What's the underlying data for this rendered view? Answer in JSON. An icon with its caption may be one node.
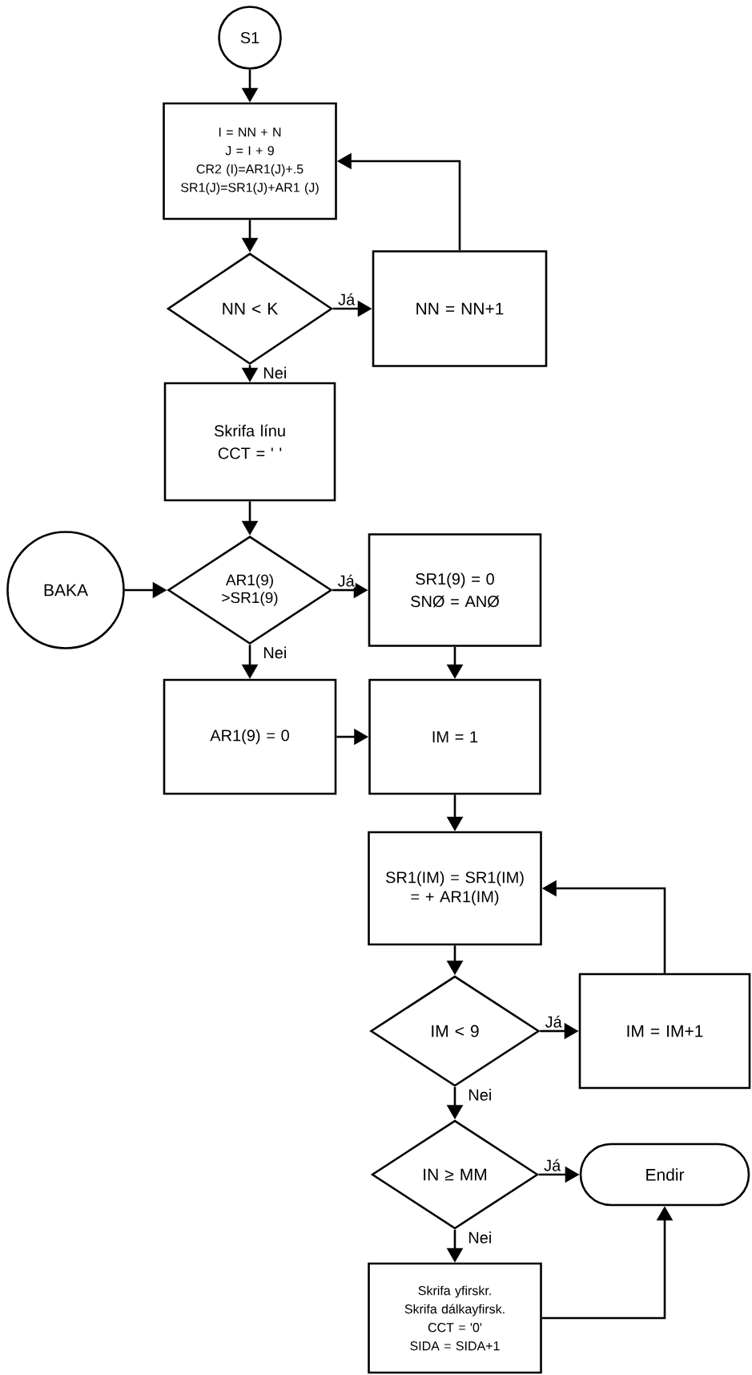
{
  "diagram": {
    "nodes": [
      {
        "text": [
          "S1"
        ]
      },
      {
        "text": [
          "I = NN + N",
          "J = I + 9",
          "CR2 (I)=AR1(J)+.5",
          "SR1(J)=SR1(J)+AR1 (J)"
        ]
      },
      {
        "text": [
          "NN < K"
        ]
      },
      {
        "text": [
          "NN = NN+1"
        ]
      },
      {
        "text": [
          "Skrifa línu",
          "CCT = '  '"
        ]
      },
      {
        "text": [
          "BAKA"
        ]
      },
      {
        "text": [
          "AR1(9) >SR1(9)"
        ]
      },
      {
        "text": [
          "SR1(9) = 0",
          "SNØ = ANØ"
        ]
      },
      {
        "text": [
          "AR1(9) = 0"
        ]
      },
      {
        "text": [
          "IM = 1"
        ]
      },
      {
        "text": [
          "SR1(IM) = SR1(IM) = + AR1(IM)"
        ]
      },
      {
        "text": [
          "IM < 9"
        ]
      },
      {
        "text": [
          "IM = IM+1"
        ]
      },
      {
        "text": [
          "IN ≥ MM"
        ]
      },
      {
        "text": [
          "Endir"
        ]
      },
      {
        "text": [
          "Skrifa yfirskr.",
          "Skrifa dálkayfirsk.",
          "CCT = '0'",
          "SIDA = SIDA+1"
        ]
      }
    ],
    "edges": [
      {
        "from": 0,
        "to": 1,
        "arrow": "to"
      },
      {
        "from": 1,
        "to": 2,
        "arrow": "to"
      },
      {
        "from": 2,
        "to": 3,
        "arrow": "to",
        "label": "Já"
      },
      {
        "from": 3,
        "to": 1,
        "arrow": "to"
      },
      {
        "from": 2,
        "to": 4,
        "arrow": "to",
        "label": "Nei"
      },
      {
        "from": 4,
        "to": 6,
        "arrow": "to"
      },
      {
        "from": 5,
        "to": 6,
        "arrow": "to"
      },
      {
        "from": 6,
        "to": 7,
        "arrow": "to",
        "label": "Já"
      },
      {
        "from": 6,
        "to": 8,
        "arrow": "to",
        "label": "Nei"
      },
      {
        "from": 7,
        "to": 9,
        "arrow": "to"
      },
      {
        "from": 8,
        "to": 9,
        "arrow": "to"
      },
      {
        "from": 9,
        "to": 10,
        "arrow": "to"
      },
      {
        "from": 10,
        "to": 11,
        "arrow": "to"
      },
      {
        "from": 11,
        "to": 12,
        "arrow": "to",
        "label": "Já"
      },
      {
        "from": 12,
        "to": 10,
        "arrow": "to"
      },
      {
        "from": 11,
        "to": 13,
        "arrow": "to",
        "label": "Nei"
      },
      {
        "from": 13,
        "to": 14,
        "arrow": "to",
        "label": "Já"
      },
      {
        "from": 13,
        "to": 15,
        "arrow": "to",
        "label": "Nei"
      },
      {
        "from": 15,
        "to": 14,
        "arrow": "to"
      }
    ]
  }
}
